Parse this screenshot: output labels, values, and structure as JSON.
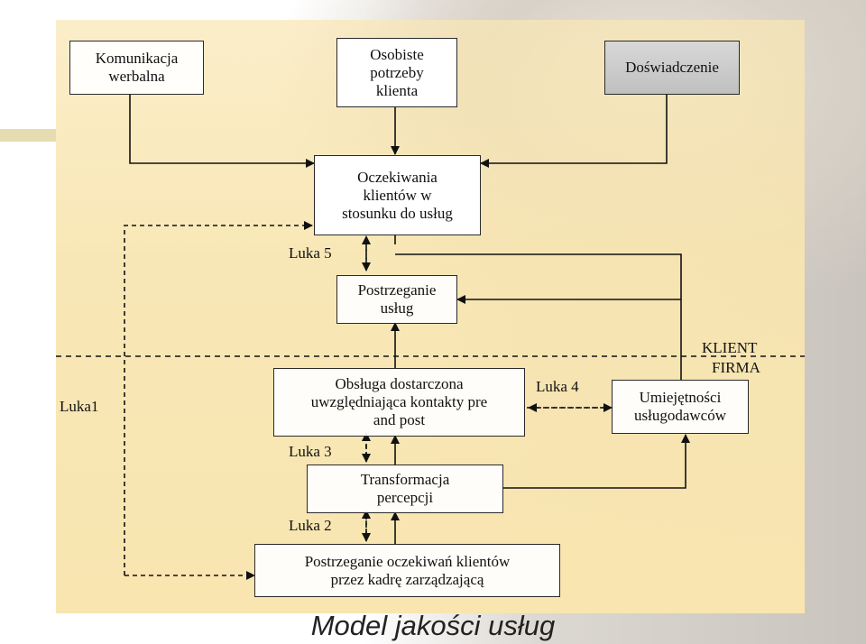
{
  "diagram": {
    "title": "Model jakości usług",
    "nodes": {
      "komunikacja": "Komunikacja\nwerbalna",
      "potrzeby": "Osobiste\npotrzeby\nklienta",
      "doswiadczenie": "Doświadczenie",
      "oczekiwania": "Oczekiwania\nklientów w\nstosunku do usług",
      "postrzeganie_uslug": "Postrzeganie\nusług",
      "obsluga": "Obsługa dostarczona\nuwzględniająca kontakty pre\nand post",
      "transformacja": "Transformacja\npercepcji",
      "postrzeganie_oczekiwan": "Postrzeganie oczekiwań klientów\nprzez kadrę zarządzającą",
      "umiejetnosci": "Umiejętności\nusługodawców"
    },
    "gaps": {
      "luka1": "Luka1",
      "luka2": "Luka 2",
      "luka3": "Luka 3",
      "luka4": "Luka 4",
      "luka5": "Luka 5"
    },
    "zones": {
      "klient": "KLIENT",
      "firma": "FIRMA"
    }
  }
}
